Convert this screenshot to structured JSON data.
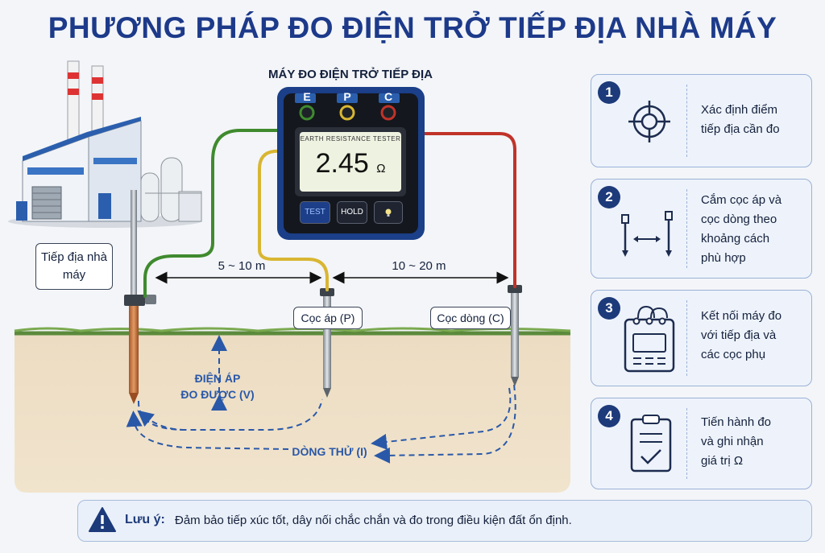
{
  "title": "PHƯƠNG PHÁP ĐO ĐIỆN TRỞ TIẾP ĐỊA NHÀ MÁY",
  "meter": {
    "heading": "MÁY ĐO ĐIỆN TRỞ TIẾP ĐỊA",
    "terminal_e": "E",
    "terminal_p": "P",
    "terminal_c": "C",
    "display_label": "EARTH RESISTANCE TESTER",
    "reading": "2.45",
    "unit": "Ω",
    "test_button": "TEST",
    "hold_button": "HOLD"
  },
  "labels": {
    "factory_ground": "Tiếp địa nhà máy",
    "voltage_stake": "Cọc áp (P)",
    "current_stake": "Cọc dòng (C)",
    "dist_ep": "5 ~ 10 m",
    "dist_pc": "10 ~ 20 m",
    "measured_voltage_1": "ĐIỆN ÁP",
    "measured_voltage_2": "ĐO ĐƯỢC (V)",
    "test_current": "DÒNG THỬ (I)"
  },
  "steps": [
    {
      "number": "1",
      "line1": "Xác định điểm",
      "line2": "tiếp địa cần đo",
      "line3": "",
      "line4": "",
      "icon": "target-icon"
    },
    {
      "number": "2",
      "line1": "Cắm cọc áp và",
      "line2": "cọc dòng theo",
      "line3": "khoảng cách",
      "line4": "phù hợp",
      "icon": "stakes-icon"
    },
    {
      "number": "3",
      "line1": "Kết nối máy đo",
      "line2": "với tiếp địa và",
      "line3": "các cọc phụ",
      "line4": "",
      "icon": "meter-icon"
    },
    {
      "number": "4",
      "line1": "Tiến hành đo",
      "line2": "và ghi nhận",
      "line3": "giá trị Ω",
      "line4": "",
      "icon": "clipboard-icon"
    }
  ],
  "note": {
    "label": "Lưu ý:",
    "text": "Đảm bảo tiếp xúc tốt, dây nối chắc chắn và đo trong điều kiện đất ổn định."
  },
  "colors": {
    "title": "#1d3a8a",
    "wire_e": "#3f8a2e",
    "wire_p": "#d9b632",
    "wire_c": "#c0332a",
    "current_path": "#2a58a8",
    "soil": "#e9d9bf",
    "grass": "#5c8a3c"
  }
}
